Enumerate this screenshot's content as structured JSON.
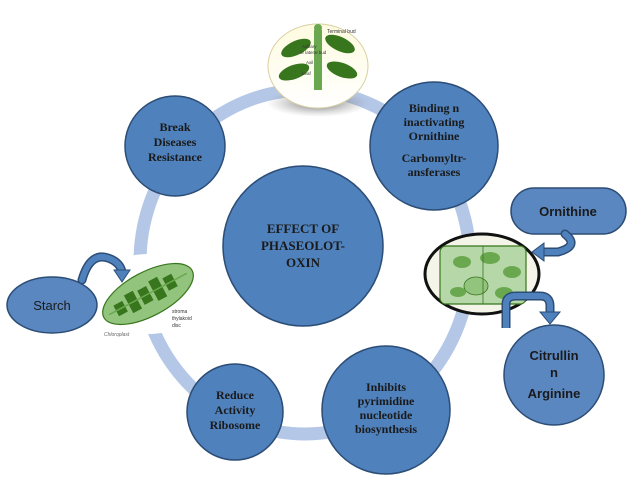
{
  "diagram": {
    "center": {
      "line1": "EFFECT OF",
      "line2": "PHASEOLOT-",
      "line3": "OXIN"
    },
    "nodes": {
      "binding": {
        "line1": "Binding n",
        "line2": "inactivating",
        "line3": "Ornithine",
        "line4": "Carbomyltr-",
        "line5": "ansferases"
      },
      "inhibits": {
        "line1": "Inhibits",
        "line2": "pyrimidine",
        "line3": "nucleotide",
        "line4": "biosynthesis"
      },
      "reduce": {
        "line1": "Reduce",
        "line2": "Activity",
        "line3": "Ribosome"
      },
      "break": {
        "line1": "Break",
        "line2": "Diseases",
        "line3": "Resistance"
      }
    },
    "side_labels": {
      "ornithine": "Ornithine",
      "citrullin": {
        "line1": "Citrullin",
        "line2": "n",
        "line3": "Arginine"
      },
      "starch": "Starch"
    },
    "plant_image_labels": {
      "terminal_bud": "Terminal bud",
      "axillary_bud_1": "Axillary",
      "axillary_bud_2": "or lateral bud",
      "node": "Axil",
      "leaf": "Leaf"
    },
    "chloroplast_labels": {
      "stroma": "stroma",
      "thylakoid": "thylakoid",
      "disc": "disc",
      "caption": "Chloroplast"
    },
    "colors": {
      "node_fill": "#4f81bd",
      "node_stroke": "#2c4d75",
      "ring": "#b4c7e7",
      "label_fill": "#5b87c0"
    }
  }
}
